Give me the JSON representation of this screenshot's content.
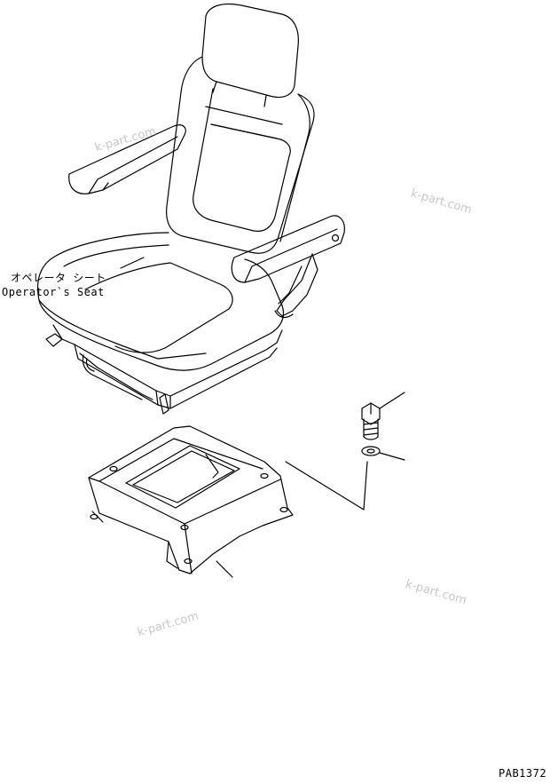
{
  "labels": {
    "seat_jp": "オペレータ シート",
    "seat_en": "Operator`s Seat",
    "drawing_code": "PAB1372"
  },
  "watermarks": [
    "k-part.com",
    "k-part.com",
    "k-part.com",
    "k-part.com"
  ],
  "colors": {
    "line": "#000000",
    "watermark": "#c8c8c8",
    "background": "#ffffff"
  }
}
